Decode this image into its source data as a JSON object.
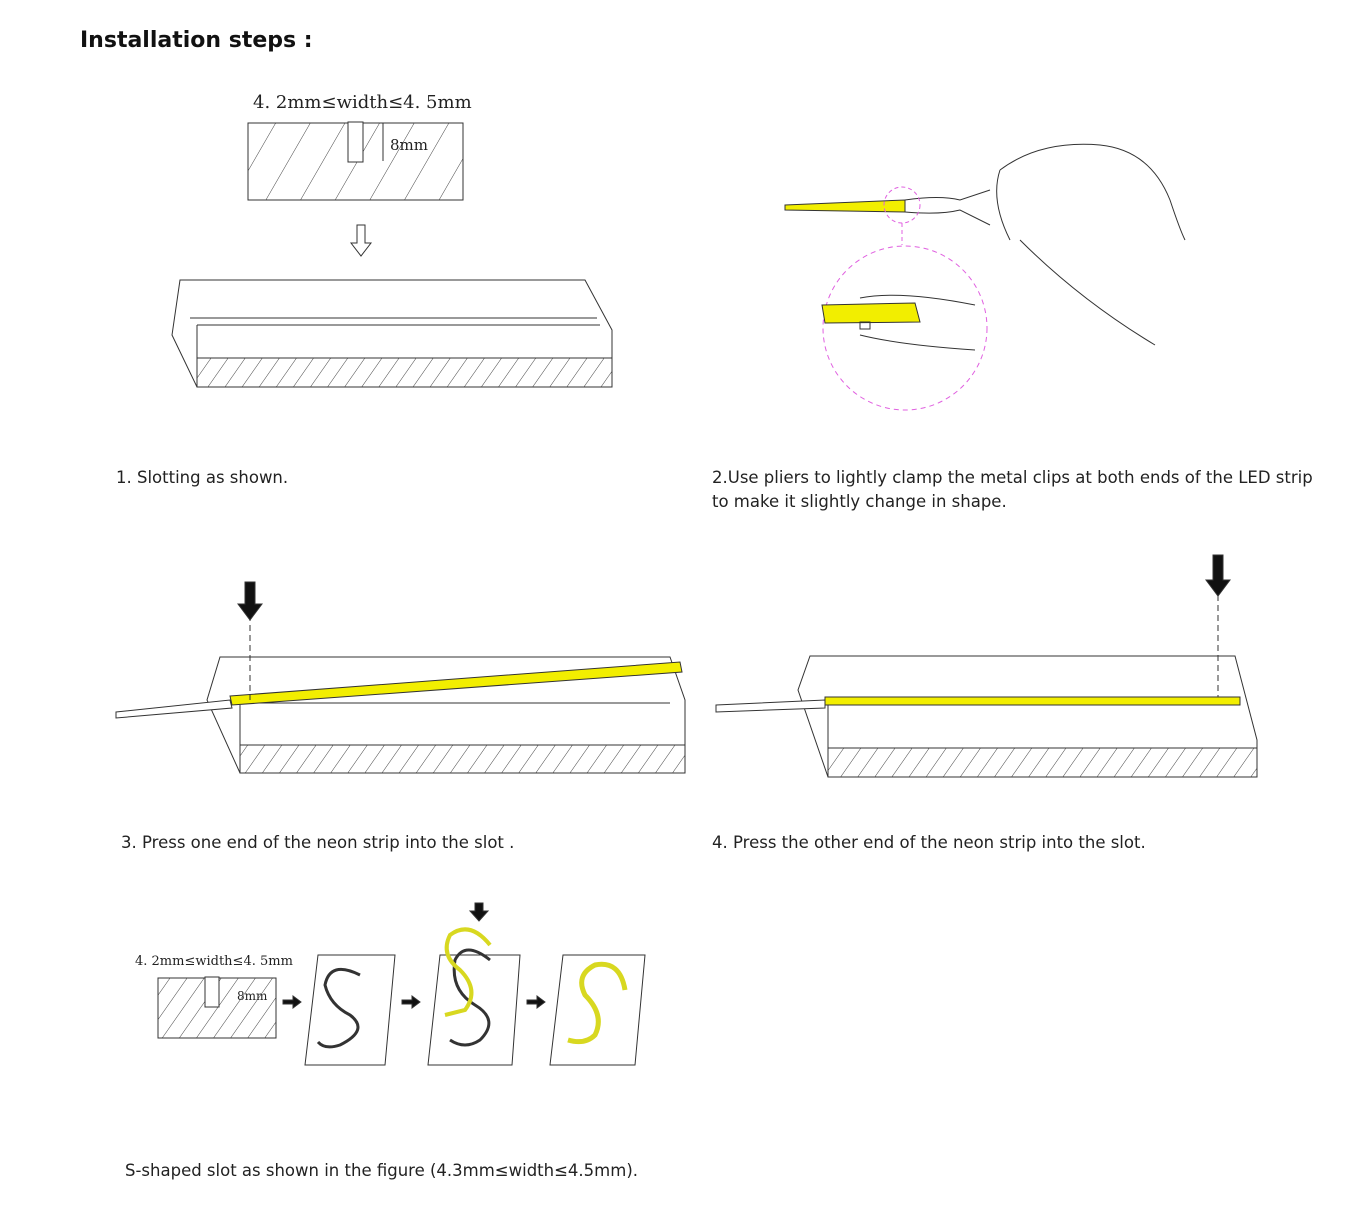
{
  "title": "Installation steps :",
  "steps": [
    {
      "caption": "1. Slotting as shown."
    },
    {
      "caption_line1": "2.Use pliers to lightly clamp the metal clips at both ends of the LED strip",
      "caption_line2": "to make it slightly change in shape."
    },
    {
      "caption": "3. Press one end of the neon strip into the slot ."
    },
    {
      "caption": "4. Press the other end of the neon strip into the slot."
    },
    {
      "caption": "S-shaped slot as shown in the figure (4.3mm≤width≤4.5mm)."
    }
  ],
  "diagram_labels": {
    "width_range": "4. 2mm≤width≤4. 5mm",
    "depth": "8mm"
  },
  "colors": {
    "led": "#f2ee00",
    "led_outline": "#555",
    "guide_circle": "#e060e0"
  }
}
